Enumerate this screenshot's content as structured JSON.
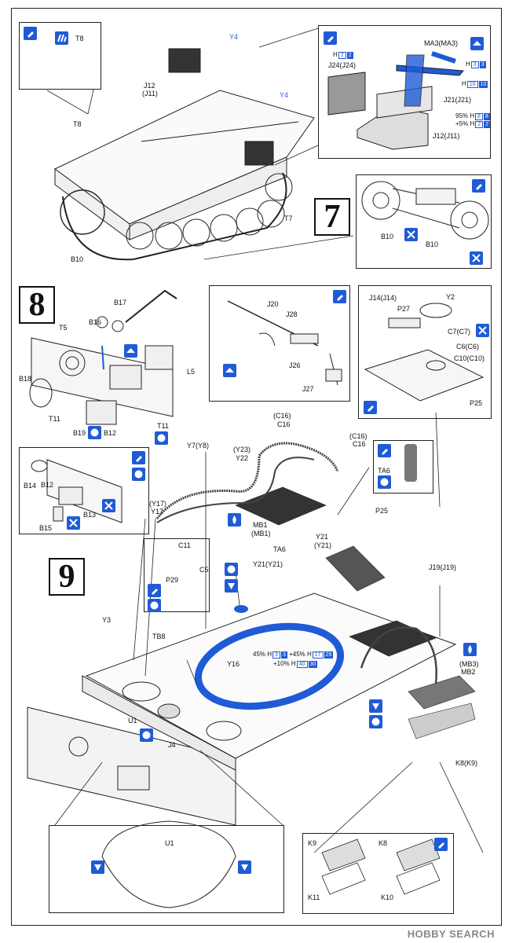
{
  "steps": {
    "step7": "7",
    "step8": "8",
    "step9": "9"
  },
  "labels": {
    "t8_top": "T8",
    "y4_top": "Y4",
    "y4_mid": "Y4",
    "j12": "J12",
    "j11": "(J11)",
    "t8_left": "T8",
    "t7": "T7",
    "b10_left": "B10",
    "ma3": "MA3(MA3)",
    "j24": "J24(J24)",
    "j21": "J21(J21)",
    "j12j11": "J12(J11)",
    "b10_r1": "B10",
    "b10_r2": "B10",
    "b17": "B17",
    "b16": "B16",
    "t5": "T5",
    "l5": "L5",
    "b18": "B18",
    "t11a": "T11",
    "t11b": "T11",
    "b19": "B19",
    "b12": "B12",
    "j20": "J20",
    "j28": "J28",
    "j26": "J26",
    "j27": "J27",
    "j14": "J14(J14)",
    "p27": "P27",
    "y2": "Y2",
    "c7": "C7(C7)",
    "c6": "C6(C6)",
    "c10": "C10(C10)",
    "p25_box": "P25",
    "b14": "B14",
    "b12b": "B12",
    "b13": "B13",
    "b15": "B15",
    "ta6": "TA6",
    "p25": "P25",
    "c16a_1": "(C16)",
    "c16a_2": "C16",
    "c16b_1": "(C16)",
    "c16b_2": "C16",
    "y7": "Y7(Y8)",
    "y23_1": "(Y23)",
    "y23_2": "Y22",
    "y17_1": "(Y17)",
    "y17_2": "Y17",
    "mb1_1": "MB1",
    "mb1_2": "(MB1)",
    "ta6b": "TA6",
    "y21_1": "Y21",
    "y21_2": "(Y21)",
    "y21b": "Y21(Y21)",
    "c11": "C11",
    "c5": "C5",
    "p29": "P29",
    "j19": "J19(J19)",
    "y3": "Y3",
    "tb8": "TB8",
    "y16": "Y16",
    "mb3_1": "(MB3)",
    "mb3_2": "MB2",
    "u1": "U1",
    "j4": "J4",
    "k8k9": "K8(K9)",
    "u1_detail": "U1",
    "k9": "K9",
    "k8": "K8",
    "k11": "K11",
    "k10": "K10"
  },
  "paint_codes": {
    "j24": {
      "h": "H",
      "c1": "2",
      "c2": "2"
    },
    "ma3_a": {
      "h": "H",
      "c1": "3",
      "c2": "3"
    },
    "ma3_b": {
      "h": "H",
      "c1": "10",
      "c2": "10"
    },
    "j21_line1": {
      "pct": "95%",
      "h": "H",
      "c1": "8",
      "c2": "8"
    },
    "j21_line2": {
      "pct": "+5%",
      "h": "H",
      "c1": "2",
      "c2": "2"
    },
    "ring_line1": {
      "p1": "45%",
      "h1": "H",
      "c1": "3",
      "c2": "3",
      "p2": "+45%",
      "h2": "H",
      "c3": "17",
      "c4": "29"
    },
    "ring_line2": {
      "p": "+10%",
      "h": "H",
      "c1": "40",
      "c2": "30"
    }
  },
  "watermark": "HOBBY SEARCH",
  "colors": {
    "accent": "#1f5bd6",
    "ink": "#111111",
    "ring": "#1f5bd6"
  }
}
